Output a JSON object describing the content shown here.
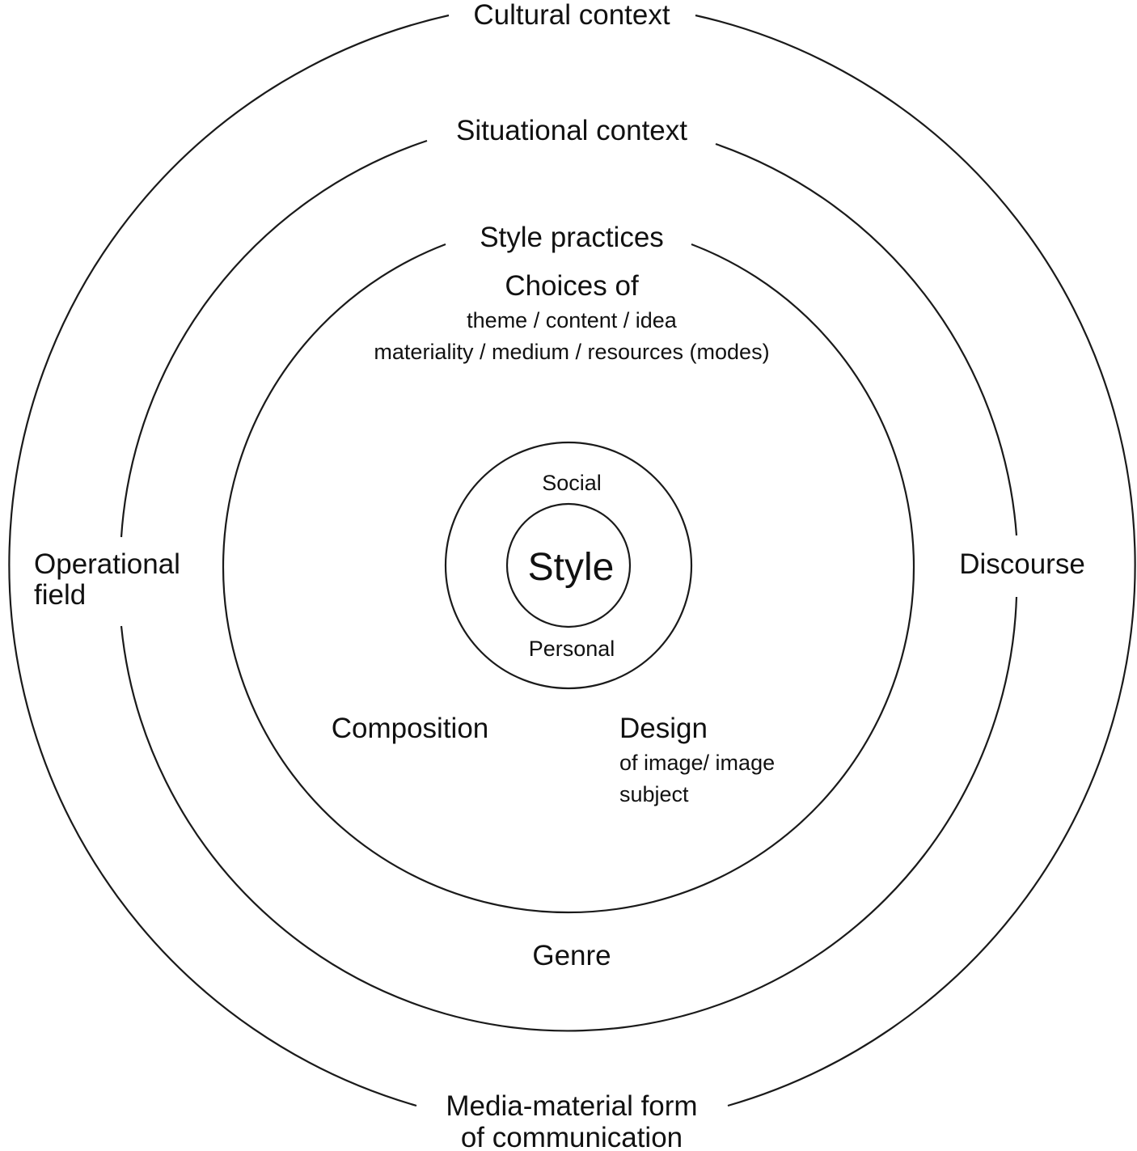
{
  "rings": {
    "cultural": {
      "top_label": "Cultural context",
      "bottom_label_line1": "Media-material form",
      "bottom_label_line2": "of communication"
    },
    "situational": {
      "top_label": "Situational context",
      "left_label_line1": "Operational",
      "left_label_line2": "field",
      "right_label": "Discourse",
      "bottom_label": "Genre"
    },
    "practices": {
      "top_label": "Style practices",
      "choices_heading": "Choices of",
      "choices_line1": "theme / content / idea",
      "choices_line2": "materiality / medium / resources (modes)",
      "composition_label": "Composition",
      "design_heading": "Design",
      "design_line1": "of image/ image",
      "design_line2": "subject"
    },
    "social_personal": {
      "top_label": "Social",
      "bottom_label": "Personal"
    },
    "core": {
      "label": "Style"
    }
  },
  "colors": {
    "stroke": "#1a1a1a",
    "text": "#111111",
    "background": "#ffffff"
  }
}
